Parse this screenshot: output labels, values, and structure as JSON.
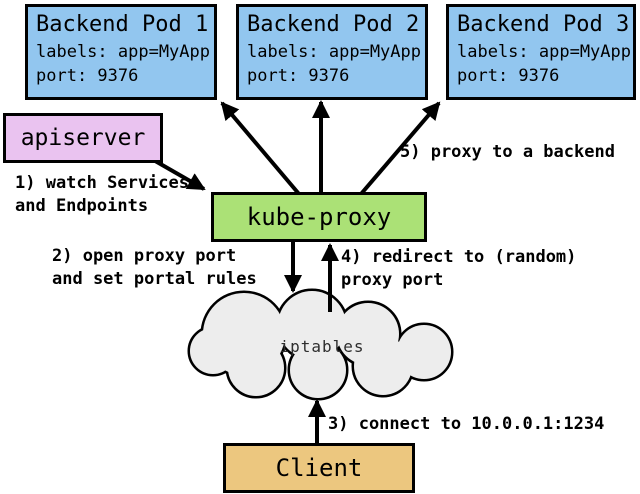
{
  "pods": [
    {
      "title": "Backend Pod 1",
      "labels": "labels: app=MyApp",
      "port": "port: 9376"
    },
    {
      "title": "Backend Pod 2",
      "labels": "labels: app=MyApp",
      "port": "port: 9376"
    },
    {
      "title": "Backend Pod 3",
      "labels": "labels: app=MyApp",
      "port": "port: 9376"
    }
  ],
  "apiserver": {
    "label": "apiserver"
  },
  "kube_proxy": {
    "label": "kube-proxy"
  },
  "iptables": {
    "label": "iptables"
  },
  "client": {
    "label": "Client"
  },
  "steps": {
    "step1": "1) watch Services\nand Endpoints",
    "step2": "2) open proxy port\nand set portal rules",
    "step3": "3) connect to 10.0.0.1:1234",
    "step4": "4) redirect to (random)\nproxy port",
    "step5": "5) proxy to a backend"
  },
  "colors": {
    "pod_fill": "#92c6ef",
    "apiserver_fill": "#eac3f0",
    "kube_proxy_fill": "#abe176",
    "client_fill": "#ecc77f",
    "cloud_fill": "#ededed",
    "border": "#000000",
    "background": "#ffffff"
  }
}
